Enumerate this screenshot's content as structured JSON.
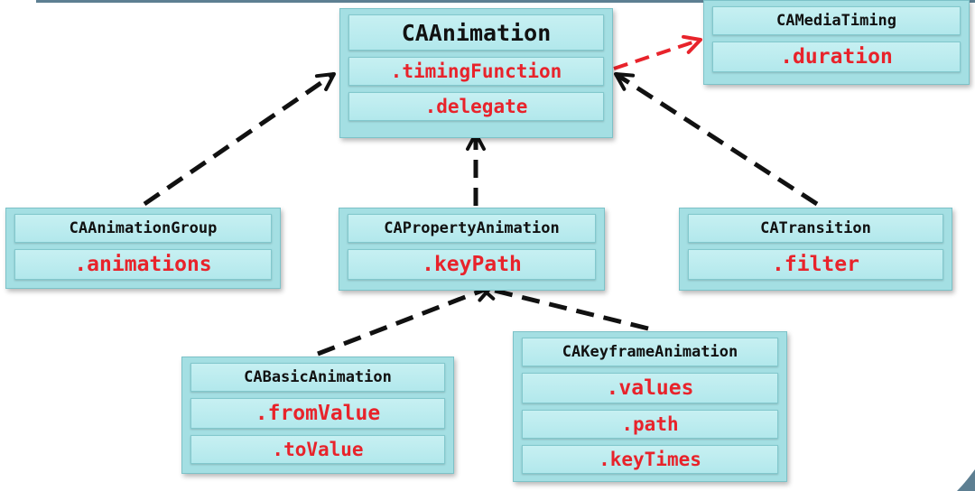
{
  "classes": {
    "ca_animation": {
      "name": "CAAnimation",
      "props": [
        ".timingFunction",
        ".delegate"
      ]
    },
    "ca_media_timing": {
      "name": "CAMediaTiming",
      "props": [
        ".duration"
      ]
    },
    "ca_animation_group": {
      "name": "CAAnimationGroup",
      "props": [
        ".animations"
      ]
    },
    "ca_property_animation": {
      "name": "CAPropertyAnimation",
      "props": [
        ".keyPath"
      ]
    },
    "ca_transition": {
      "name": "CATransition",
      "props": [
        ".filter"
      ]
    },
    "ca_basic_animation": {
      "name": "CABasicAnimation",
      "props": [
        ".fromValue",
        ".toValue"
      ]
    },
    "ca_keyframe_animation": {
      "name": "CAKeyframeAnimation",
      "props": [
        ".values",
        ".path",
        ".keyTimes"
      ]
    }
  },
  "relations": [
    {
      "from": "CAAnimationGroup",
      "to": "CAAnimation",
      "style": "dashed",
      "color": "#111111"
    },
    {
      "from": "CAPropertyAnimation",
      "to": "CAAnimation",
      "style": "dashed",
      "color": "#111111"
    },
    {
      "from": "CATransition",
      "to": "CAAnimation",
      "style": "dashed",
      "color": "#111111"
    },
    {
      "from": "CABasicAnimation",
      "to": "CAPropertyAnimation",
      "style": "dashed",
      "color": "#111111"
    },
    {
      "from": "CAKeyframeAnimation",
      "to": "CAPropertyAnimation",
      "style": "dashed",
      "color": "#111111"
    },
    {
      "from": "CAAnimation",
      "to": "CAMediaTiming",
      "style": "dashed",
      "color": "#e8232b"
    }
  ],
  "colors": {
    "box_fill": "#a4dfe3",
    "property_text": "#e8232b",
    "class_text": "#111111"
  }
}
